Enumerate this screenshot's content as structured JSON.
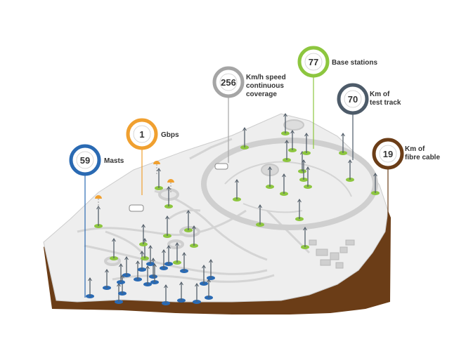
{
  "colors": {
    "masts": "#2a6ab3",
    "gbps": "#f0a030",
    "speed": "#a5a5a5",
    "base_stations": "#8dc63f",
    "test_track": "#4d5b69",
    "fibre": "#6b3d17",
    "terrain_top": "#eeeeee",
    "terrain_side": "#6b3d17",
    "track": "#cfcfcf"
  },
  "stats": [
    {
      "id": "masts",
      "value": "59",
      "label": [
        "Masts"
      ],
      "icon": "mast-icon"
    },
    {
      "id": "gbps",
      "value": "1",
      "label": [
        "Gbps"
      ],
      "icon": "signal-icon"
    },
    {
      "id": "speed",
      "value": "256",
      "label": [
        "Km/h speed",
        "continuous",
        "coverage"
      ],
      "icon": "car-icon"
    },
    {
      "id": "base_stations",
      "value": "77",
      "label": [
        "Base stations"
      ],
      "icon": "base-station-icon"
    },
    {
      "id": "test_track",
      "value": "70",
      "label": [
        "Km of",
        "test track"
      ],
      "icon": "track-icon"
    },
    {
      "id": "fibre",
      "value": "19",
      "label": [
        "Km of",
        "fibre cable"
      ],
      "icon": "cable-icon"
    }
  ]
}
